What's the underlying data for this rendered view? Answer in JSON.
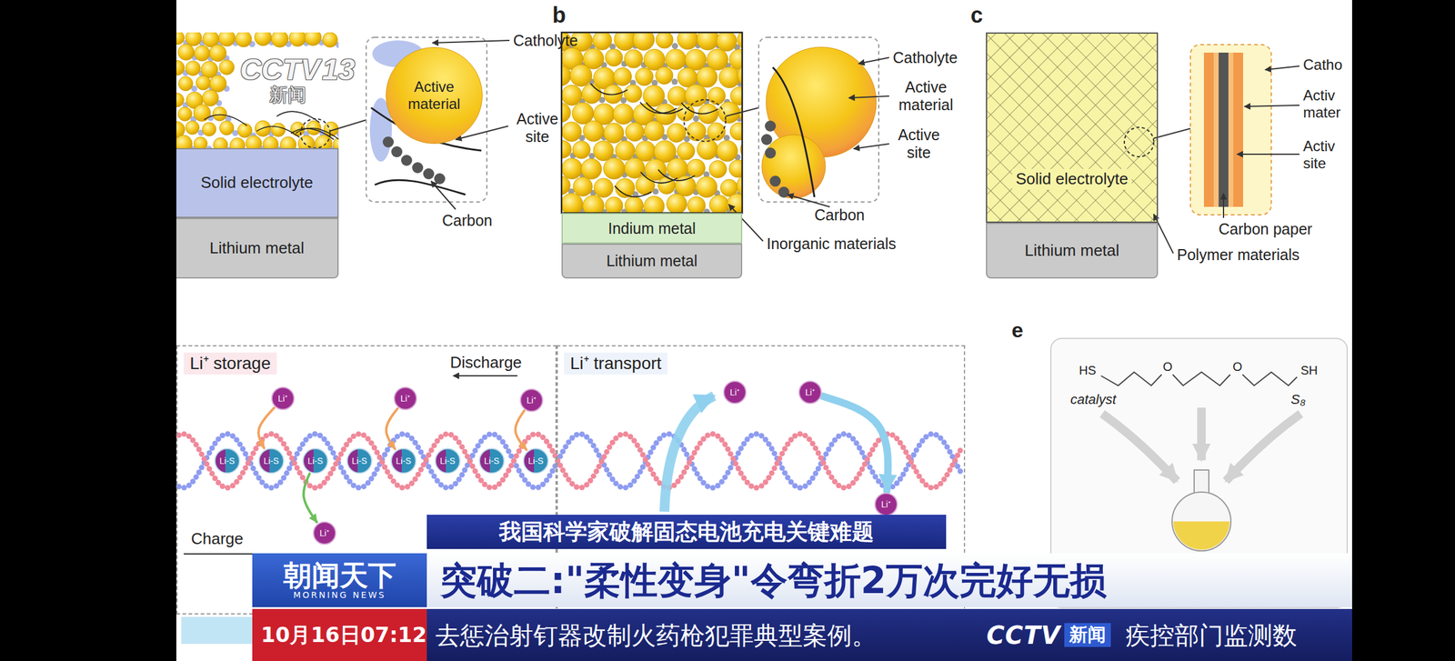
{
  "diagram": {
    "nodes": [
      {
        "text": [
          "Solid electrolyte"
        ]
      },
      {
        "text": [
          "Lithium metal"
        ]
      },
      {
        "text": [
          "Active material"
        ]
      },
      {
        "text": [
          "Indium metal"
        ]
      },
      {
        "text": [
          "Lithium metal"
        ]
      },
      {
        "text": [
          "Solid electrolyte"
        ]
      },
      {
        "text": [
          "Lithium metal"
        ]
      },
      {
        "text": [
          "Li⁺ storage"
        ]
      },
      {
        "text": [
          "Li⁺"
        ],
        "in": 7
      },
      {
        "text": [
          "Li⁺"
        ],
        "in": 7
      },
      {
        "text": [
          "Li⁺"
        ],
        "in": 7
      },
      {
        "text": [
          "Li-S"
        ],
        "in": 7
      },
      {
        "text": [
          "Li-S"
        ],
        "in": 7
      },
      {
        "text": [
          "Li-S"
        ],
        "in": 7
      },
      {
        "text": [
          "Li-S"
        ],
        "in": 7
      },
      {
        "text": [
          "Li-S"
        ],
        "in": 7
      },
      {
        "text": [
          "Li-S"
        ],
        "in": 7
      },
      {
        "text": [
          "Li-S"
        ],
        "in": 7
      },
      {
        "text": [
          "Li-S"
        ],
        "in": 7
      },
      {
        "text": [
          "Li⁺"
        ],
        "in": 7
      },
      {
        "text": [
          "Li⁺ transport"
        ]
      },
      {
        "text": [
          "Li⁺"
        ],
        "in": 20
      },
      {
        "text": [
          "Li⁺"
        ],
        "in": 20
      },
      {
        "text": [
          "Li⁺"
        ],
        "in": 20
      },
      {
        "text": [
          "我国科学家破解固态电池充电关键难题"
        ]
      },
      {
        "text": [
          "突破二:\"柔性变身\"令弯折2万次完好无损"
        ]
      },
      {
        "text": [
          "朝闻天下",
          "MORNING NEWS"
        ]
      },
      {
        "text": [
          "10月16日07:12"
        ]
      },
      {
        "text": [
          "去惩治射钉器改制火药枪犯罪典型案例。",
          "CCTV",
          "新闻",
          "疾控部门监测数"
        ]
      }
    ],
    "edges": [
      {
        "from": 8,
        "to": 12,
        "arrow": "to"
      },
      {
        "from": 9,
        "to": 15,
        "arrow": "to"
      },
      {
        "from": 10,
        "to": 18,
        "arrow": "to"
      },
      {
        "from": 13,
        "to": 19,
        "arrow": "to"
      },
      {
        "from": 22,
        "to": 23,
        "arrow": "to"
      }
    ],
    "labels": [
      "CCTV",
      "13",
      "新闻",
      "Catholyte",
      "Active site",
      "Carbon",
      "b",
      "Catholyte",
      "Active material",
      "Active site",
      "Carbon",
      "Inorganic materials",
      "c",
      "Catho",
      "Activ mater",
      "Activ site",
      "Carbon paper",
      "Polymer materials",
      "Discharge",
      "Charge",
      "e",
      "HS",
      "O",
      "O",
      "SH",
      "catalyst",
      "S₈"
    ]
  }
}
